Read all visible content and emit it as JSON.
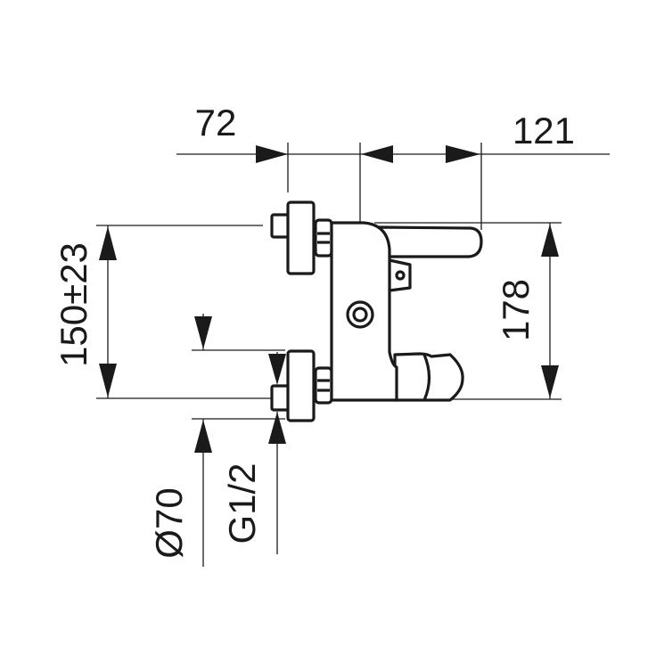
{
  "drawing": {
    "dimensions": {
      "offset_left": "72",
      "projection": "121",
      "centres": "150±23",
      "height": "178",
      "rosette_diameter": "Ø70",
      "thread": "G1/2"
    },
    "line_color": "#1a1a1a"
  }
}
